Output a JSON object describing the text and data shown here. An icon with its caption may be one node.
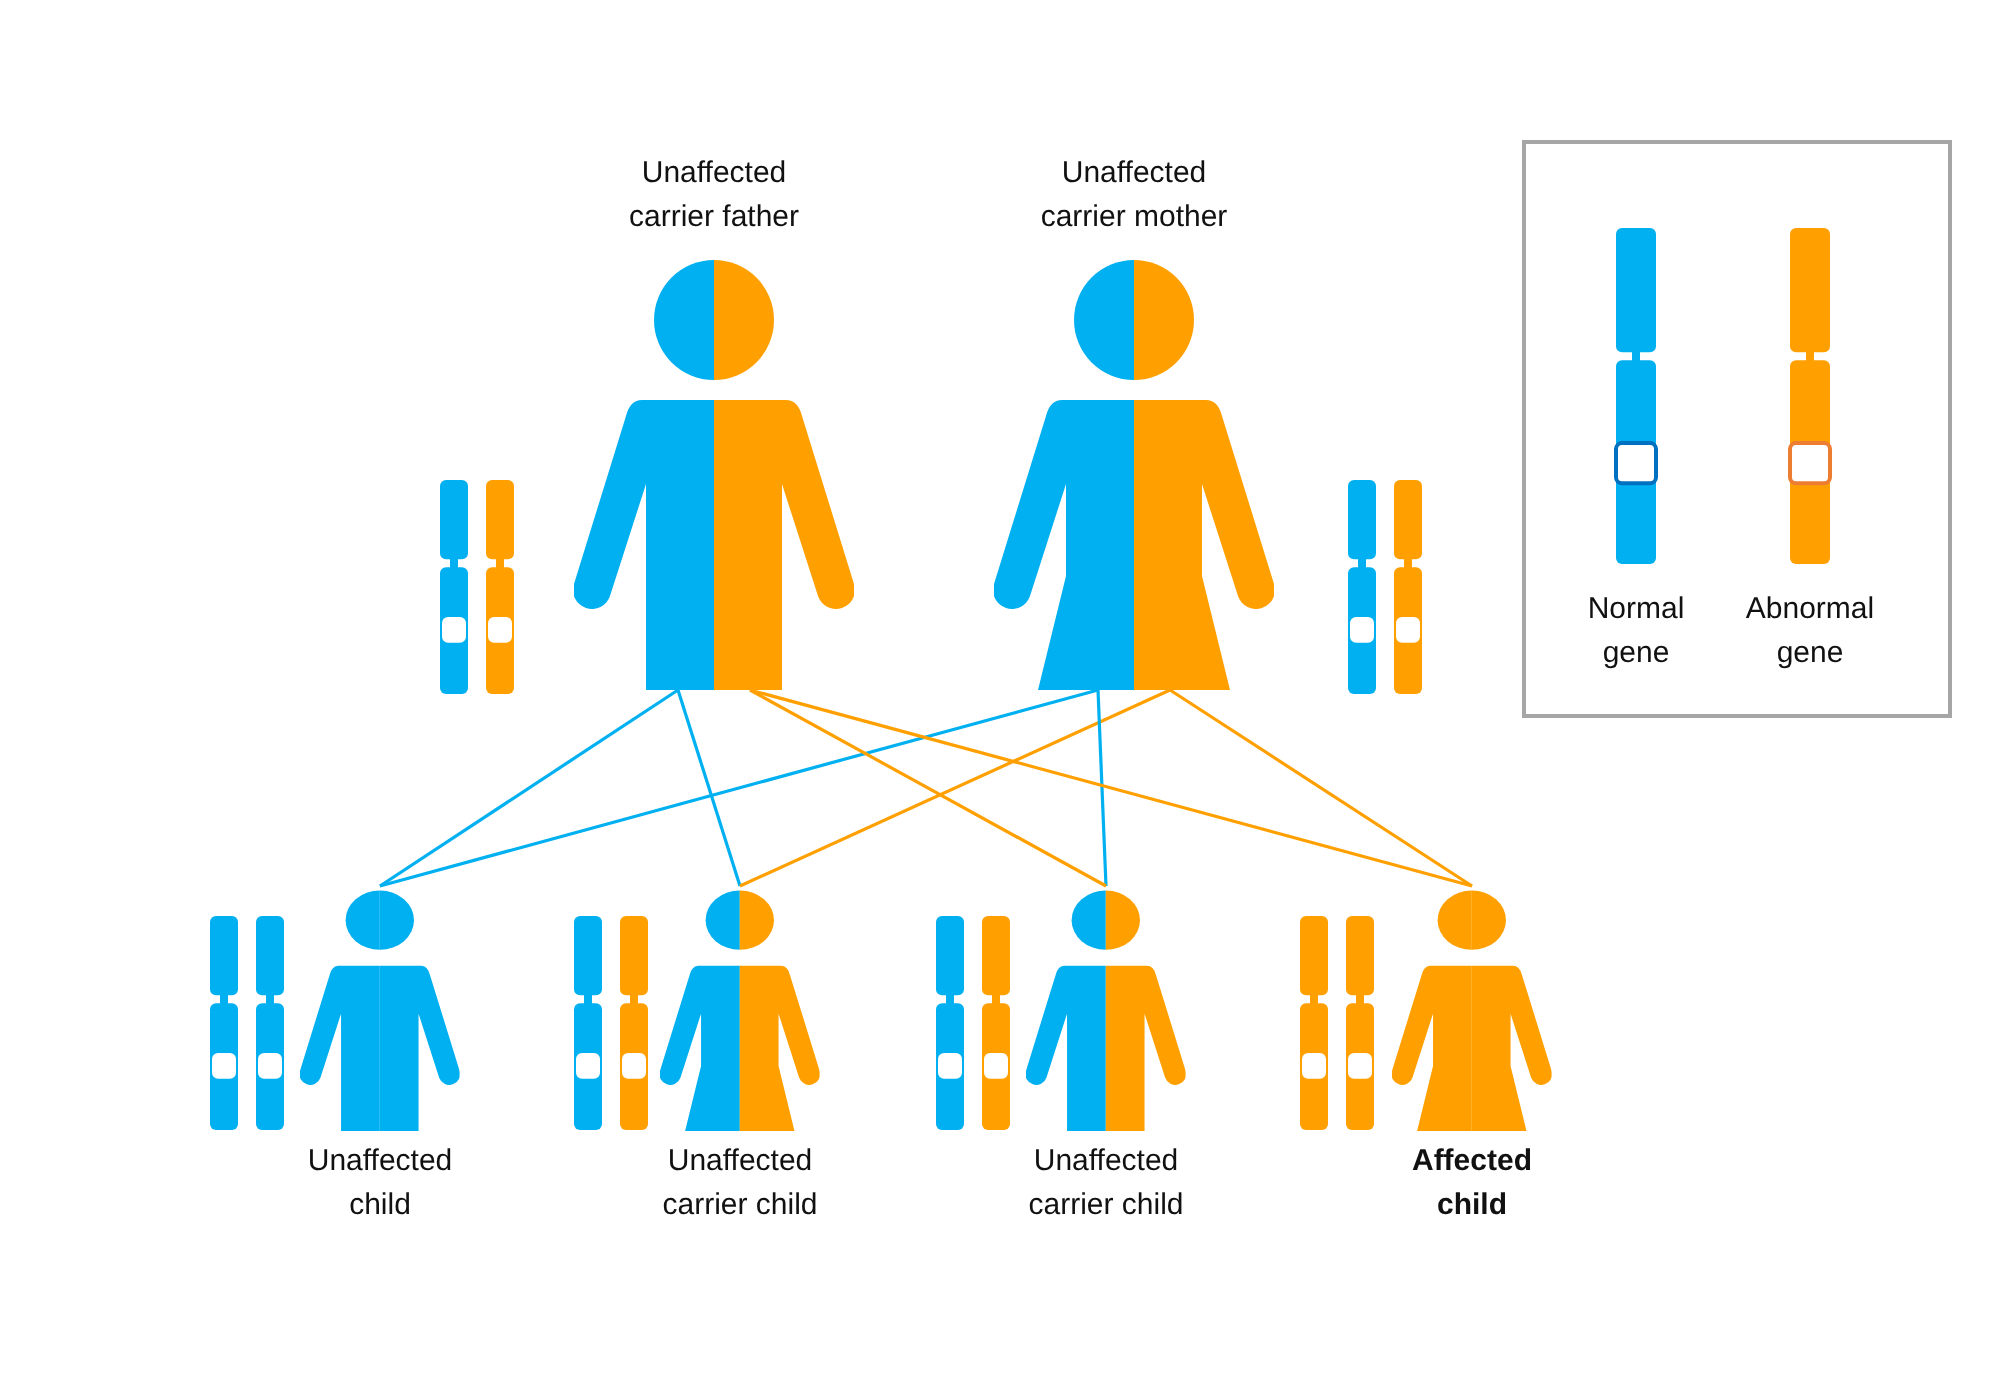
{
  "diagram": {
    "nodes": [
      {
        "text": [
          "Unaffected carrier father"
        ]
      },
      {
        "text": [
          "Unaffected carrier mother"
        ]
      },
      {
        "text": [
          "Unaffected child"
        ]
      },
      {
        "text": [
          "Unaffected carrier child"
        ]
      },
      {
        "text": [
          "Unaffected carrier child"
        ]
      },
      {
        "text": [
          "Affected child"
        ]
      }
    ],
    "edges": [
      {
        "from": 0,
        "to": 2,
        "arrow": "none",
        "color": "#00b0f0"
      },
      {
        "from": 1,
        "to": 2,
        "arrow": "none",
        "color": "#00b0f0"
      },
      {
        "from": 0,
        "to": 3,
        "arrow": "none",
        "color": "#00b0f0"
      },
      {
        "from": 1,
        "to": 3,
        "arrow": "none",
        "color": "#ffa000"
      },
      {
        "from": 1,
        "to": 4,
        "arrow": "none",
        "color": "#00b0f0"
      },
      {
        "from": 0,
        "to": 4,
        "arrow": "none",
        "color": "#ffa000"
      },
      {
        "from": 0,
        "to": 5,
        "arrow": "none",
        "color": "#ffa000"
      },
      {
        "from": 1,
        "to": 5,
        "arrow": "none",
        "color": "#ffa000"
      }
    ],
    "legend": [
      {
        "text": "Normal gene"
      },
      {
        "text": "Abnormal gene"
      }
    ]
  }
}
